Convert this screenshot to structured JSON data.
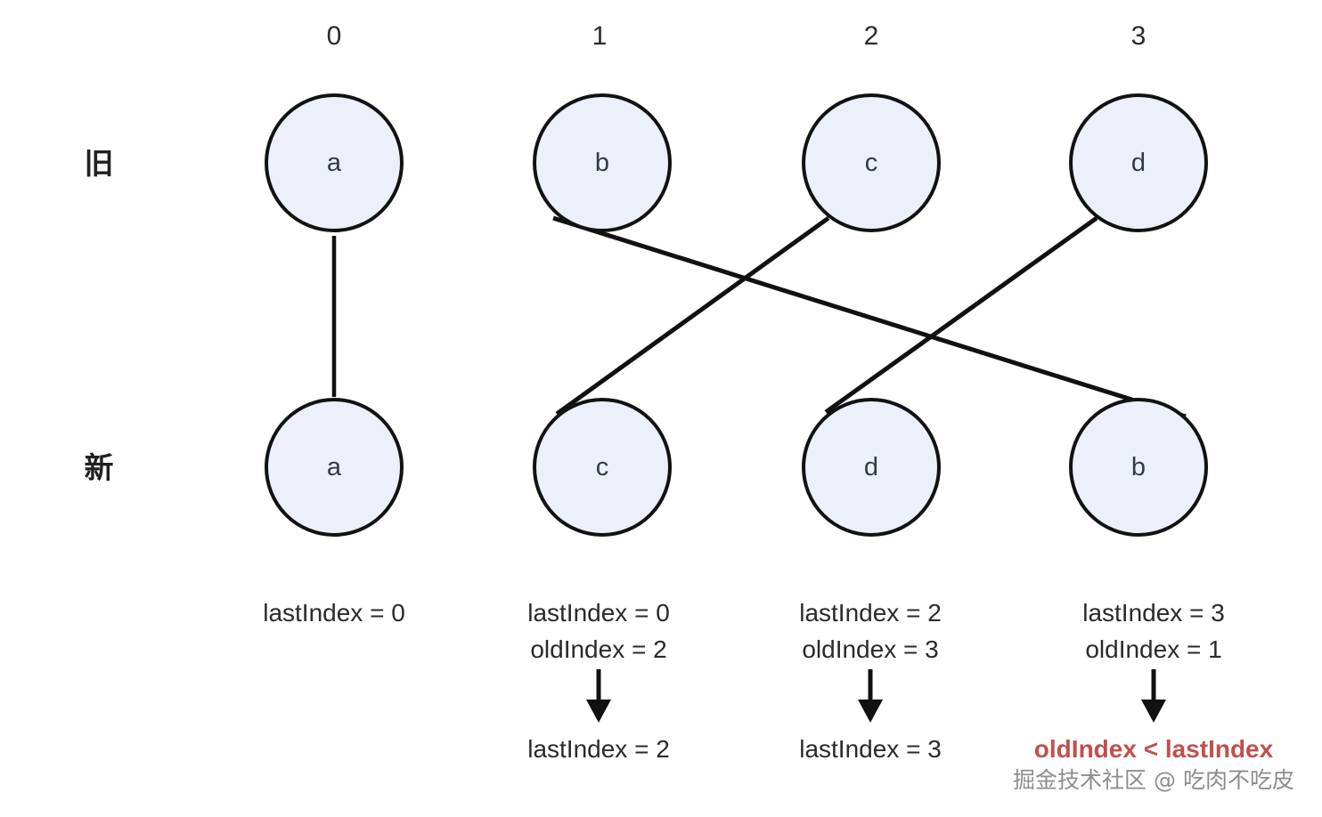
{
  "columns": [
    {
      "index_label": "0"
    },
    {
      "index_label": "1"
    },
    {
      "index_label": "2"
    },
    {
      "index_label": "3"
    }
  ],
  "rows": {
    "old_label": "旧",
    "new_label": "新"
  },
  "old_nodes": [
    {
      "label": "a",
      "column": "0"
    },
    {
      "label": "b",
      "column": "1"
    },
    {
      "label": "c",
      "column": "2"
    },
    {
      "label": "d",
      "column": "3"
    }
  ],
  "new_nodes": [
    {
      "label": "a",
      "column": "0"
    },
    {
      "label": "c",
      "column": "1"
    },
    {
      "label": "d",
      "column": "2"
    },
    {
      "label": "b",
      "column": "3"
    }
  ],
  "links": [
    {
      "from": "old-a-0",
      "to": "new-a-0"
    },
    {
      "from": "old-b-1",
      "to": "new-b-3"
    },
    {
      "from": "old-c-2",
      "to": "new-c-1"
    },
    {
      "from": "old-d-3",
      "to": "new-d-2"
    }
  ],
  "notes": [
    {
      "last_index": "lastIndex = 0",
      "old_index": "",
      "has_arrow": false,
      "result": ""
    },
    {
      "last_index": "lastIndex = 0",
      "old_index": "oldIndex = 2",
      "has_arrow": true,
      "result": "lastIndex = 2"
    },
    {
      "last_index": "lastIndex = 2",
      "old_index": "oldIndex = 3",
      "has_arrow": true,
      "result": "lastIndex = 3"
    },
    {
      "last_index": "lastIndex = 3",
      "old_index": "oldIndex = 1",
      "has_arrow": true,
      "result": "oldIndex < lastIndex"
    }
  ],
  "watermark": "掘金技术社区 @ 吃肉不吃皮",
  "colors": {
    "node_fill": "#ecf0fa",
    "node_stroke": "#121212",
    "edge_stroke": "#111111",
    "text": "#2a2a2a",
    "highlight": "#c0504d",
    "watermark": "#8d8d8d",
    "background": "#ffffff"
  }
}
